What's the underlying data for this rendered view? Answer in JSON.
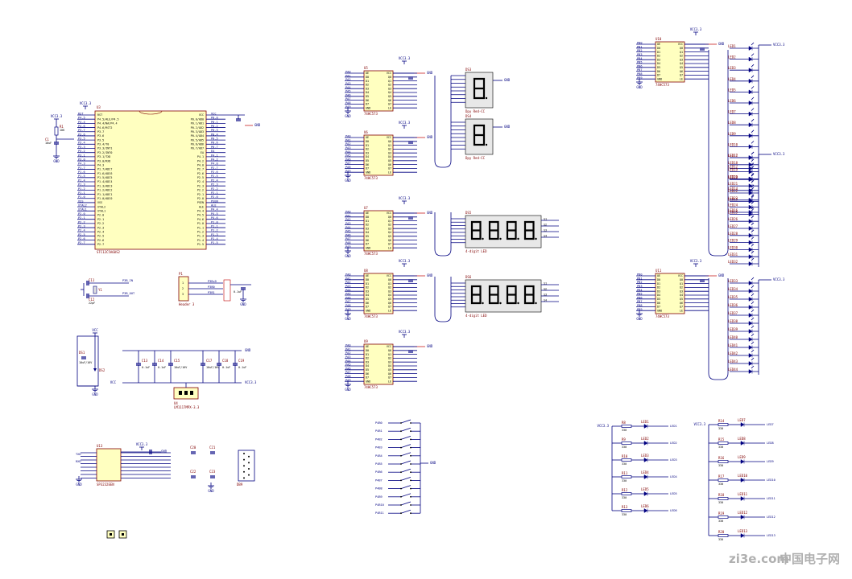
{
  "mcu": {
    "ref": "U3",
    "part": "STC12C5A60S2",
    "vcc": "VCC3.3",
    "left_pins": [
      "RST",
      "P4.5/ALE/P4.5",
      "P4.4/NA/P4.4",
      "P4.6/RST2",
      "P3.7",
      "P3.6",
      "P3.5",
      "P3.4/T0",
      "P3.3/INT1",
      "P3.2/INT0",
      "P3.1/TXD",
      "P3.0/RXD",
      "P4.3",
      "P1.7/ADC7",
      "P1.6/ADC6",
      "P1.5/ADC5",
      "P1.4/ADC4",
      "P1.3/ADC3",
      "P1.2/ADC2",
      "P1.1/ADC1",
      "P1.0/ADC0",
      "VSS",
      "XTAL2",
      "XTAL1",
      "P2.0",
      "P2.1",
      "P2.2",
      "P2.3",
      "P2.4",
      "P2.5",
      "P2.6",
      "P2.7"
    ],
    "right_pins": [
      "VCC",
      "P0.0/AD0",
      "P0.1/AD1",
      "P0.2/AD2",
      "P0.3/AD3",
      "P0.4/AD4",
      "P0.5/AD5",
      "P0.6/AD6",
      "P0.7/AD7",
      "EA",
      "P4.1",
      "P4.2",
      "P4.0",
      "P2.7",
      "P2.6",
      "P2.5",
      "P2.4",
      "P2.3",
      "P2.2",
      "P2.1",
      "P2.0",
      "PSEN",
      "ALE",
      "P4.4",
      "P4.5",
      "P4.6",
      "P1.0",
      "P1.1",
      "P1.2",
      "P1.3",
      "P1.4",
      "P1.5"
    ]
  },
  "reset": {
    "vcc": "VCC3.3",
    "r": "R1",
    "r_val": "10K",
    "c": "C1",
    "c_val": "10uF",
    "gnd": "GND"
  },
  "crystal": {
    "c1": "C11",
    "c2": "C12",
    "c_val": "22pF",
    "y": "Y1",
    "labels": [
      "P3B_IN",
      "P3B_OUT"
    ]
  },
  "header": {
    "ref": "P1",
    "part": "Header 3",
    "nets": [
      "P3B+D",
      "P3B0",
      "P3B1"
    ],
    "caps": [
      "0.1uF",
      "0.1uF"
    ]
  },
  "power": {
    "jack": "DS1",
    "cap": "C16",
    "cap_val": "10uF/16V",
    "led": "DS2",
    "reg": "U4",
    "reg_part": "LM1117MPX-3.3",
    "vin": "VCC",
    "vout": "VCC3.3",
    "gnd": "GND",
    "caps": [
      "C13",
      "C14",
      "C15",
      "C17",
      "C18",
      "C19"
    ],
    "cap_vals": [
      "0.1uF",
      "0.1uF",
      "10uF/16V",
      "10uF/16V",
      "0.1uF",
      "0.1uF"
    ]
  },
  "uart": {
    "ref": "U13",
    "part": "SP3232EEN",
    "vcc": "VCC3.3",
    "gnd": "GND",
    "conn": "DB9",
    "caps": [
      "C20",
      "C21",
      "C22",
      "C23"
    ],
    "cap_val": "0.1uF",
    "nets": [
      "TXD",
      "RXD"
    ]
  },
  "latch_chips": [
    {
      "ref": "U5",
      "part": "74HC573",
      "pins_l": [
        "OE",
        "D0",
        "D1",
        "D2",
        "D3",
        "D4",
        "D5",
        "D6",
        "D7",
        "GND"
      ],
      "pins_r": [
        "VCC",
        "Q0",
        "Q1",
        "Q2",
        "Q3",
        "Q4",
        "Q5",
        "Q6",
        "Q7",
        "LE"
      ]
    },
    {
      "ref": "U6",
      "part": "74HC573",
      "pins_l": [
        "OE",
        "D0",
        "D1",
        "D2",
        "D3",
        "D4",
        "D5",
        "D6",
        "D7",
        "GND"
      ],
      "pins_r": [
        "VCC",
        "Q0",
        "Q1",
        "Q2",
        "Q3",
        "Q4",
        "Q5",
        "Q6",
        "Q7",
        "LE"
      ]
    },
    {
      "ref": "U7",
      "part": "74HC573",
      "pins_l": [
        "OE",
        "D0",
        "D1",
        "D2",
        "D3",
        "D4",
        "D5",
        "D6",
        "D7",
        "GND"
      ],
      "pins_r": [
        "VCC",
        "Q0",
        "Q1",
        "Q2",
        "Q3",
        "Q4",
        "Q5",
        "Q6",
        "Q7",
        "LE"
      ]
    },
    {
      "ref": "U8",
      "part": "74HC573",
      "pins_l": [
        "OE",
        "D0",
        "D1",
        "D2",
        "D3",
        "D4",
        "D5",
        "D6",
        "D7",
        "GND"
      ],
      "pins_r": [
        "VCC",
        "Q0",
        "Q1",
        "Q2",
        "Q3",
        "Q4",
        "Q5",
        "Q6",
        "Q7",
        "LE"
      ]
    },
    {
      "ref": "U9",
      "part": "74HC573",
      "pins_l": [
        "OE",
        "D0",
        "D1",
        "D2",
        "D3",
        "D4",
        "D5",
        "D6",
        "D7",
        "GND"
      ],
      "pins_r": [
        "VCC",
        "Q0",
        "Q1",
        "Q2",
        "Q3",
        "Q4",
        "Q5",
        "Q6",
        "Q7",
        "LE"
      ]
    },
    {
      "ref": "U10",
      "part": "74HC573",
      "pins_l": [
        "OE",
        "D0",
        "D1",
        "D2",
        "D3",
        "D4",
        "D5",
        "D6",
        "D7",
        "GND"
      ],
      "pins_r": [
        "VCC",
        "Q0",
        "Q1",
        "Q2",
        "Q3",
        "Q4",
        "Q5",
        "Q6",
        "Q7",
        "LE"
      ]
    },
    {
      "ref": "U11",
      "part": "74HC573",
      "pins_l": [
        "OE",
        "D0",
        "D1",
        "D2",
        "D3",
        "D4",
        "D5",
        "D6",
        "D7",
        "GND"
      ],
      "pins_r": [
        "VCC",
        "Q0",
        "Q1",
        "Q2",
        "Q3",
        "Q4",
        "Q5",
        "Q6",
        "Q7",
        "LE"
      ]
    }
  ],
  "displays": [
    {
      "ref": "DS3",
      "part": "Dpy Red-CC",
      "digits": 1
    },
    {
      "ref": "DS4",
      "part": "Dpy Red-CC",
      "digits": 1
    },
    {
      "ref": "DS5",
      "part": "4-digit LED",
      "digits": 4
    },
    {
      "ref": "DS6",
      "part": "4-digit LED",
      "digits": 4
    }
  ],
  "led_columns": [
    {
      "net": "VCC3.3",
      "labels": [
        "LED1",
        "LED2",
        "LED3",
        "LED4",
        "LED5",
        "LED6",
        "LED7",
        "LED8",
        "LED9",
        "LED10",
        "LED11",
        "LED12",
        "LED13",
        "LED14",
        "LED15",
        "LED16"
      ]
    },
    {
      "net": "VCC3.3",
      "labels": [
        "LED17",
        "LED18",
        "LED19",
        "LED20",
        "LED21",
        "LED22",
        "LED23",
        "LED24",
        "LED25",
        "LED26",
        "LED27",
        "LED28",
        "LED29",
        "LED30",
        "LED31",
        "LED32"
      ]
    },
    {
      "net": "VCC3.3",
      "labels": [
        "LED33",
        "LED34",
        "LED35",
        "LED36",
        "LED37",
        "LED38",
        "LED39",
        "LED40",
        "LED41",
        "LED42",
        "LED43",
        "LED44"
      ]
    }
  ],
  "keys": {
    "labels": [
      "P4B0",
      "P4B1",
      "P4B2",
      "P4B3",
      "P4B4",
      "P4B5",
      "P4B6",
      "P4B7",
      "P4B8",
      "P4B9",
      "P4B10",
      "P4B11"
    ],
    "gnd": "GND"
  },
  "status_leds_a": {
    "vcc": "VCC3.3",
    "labels": [
      "LED1",
      "LED2",
      "LED3",
      "LED4",
      "LED5",
      "LED6"
    ],
    "res": [
      "R8",
      "R9",
      "R10",
      "R11",
      "R12",
      "R13"
    ],
    "res_val": "330"
  },
  "status_leds_b": {
    "vcc": "VCC3.3",
    "labels": [
      "LED7",
      "LED8",
      "LED9",
      "LED10",
      "LED11",
      "LED12",
      "LED13"
    ],
    "res": [
      "R14",
      "R15",
      "R16",
      "R17",
      "R18",
      "R19",
      "R20"
    ],
    "res_val": "330"
  },
  "watermark": {
    "text": "中国电子网",
    "sub": "zi3e.com"
  },
  "colors": {
    "wire": "#000080",
    "part": "#800000",
    "body": "#ffffc0",
    "bus": "#000080"
  }
}
